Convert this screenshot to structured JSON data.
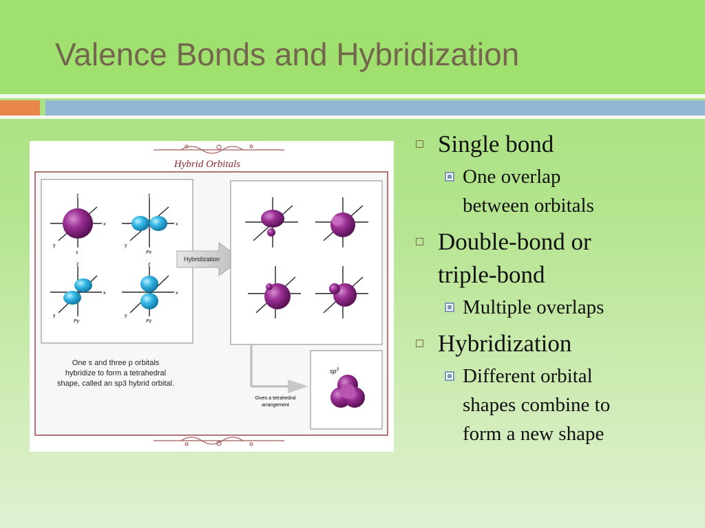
{
  "title": "Valence Bonds and Hybridization",
  "figure": {
    "heading": "Hybrid Orbitals",
    "arrow_label": "Hybridization",
    "caption_lines": [
      "One s and three p orbitals",
      "hybridize to form a tetrahedral",
      "shape, called an sp3 hybrid orbital."
    ],
    "arrangement_lines": [
      "Gives a tetrahedral",
      "arrangement"
    ],
    "sp3_label": "sp",
    "sp3_sup": "3",
    "orbital_labels": [
      "s",
      "Px",
      "Py",
      "Pz"
    ],
    "axis_z": "z",
    "axis_x": "x",
    "axis_y": "y",
    "colors": {
      "s_orbital": "#8a2a84",
      "p_orbital": "#2aa9db",
      "hybrid": "#8f2389",
      "border": "#b07474"
    }
  },
  "bullets": [
    {
      "text": "Single bond",
      "sub": [
        "One overlap",
        "between orbitals"
      ]
    },
    {
      "text": "Double-bond or",
      "text2": "triple-bond",
      "sub": [
        "Multiple overlaps"
      ]
    },
    {
      "text": "Hybridization",
      "sub": [
        "Different orbital",
        "shapes combine to",
        "form a new shape"
      ]
    }
  ]
}
